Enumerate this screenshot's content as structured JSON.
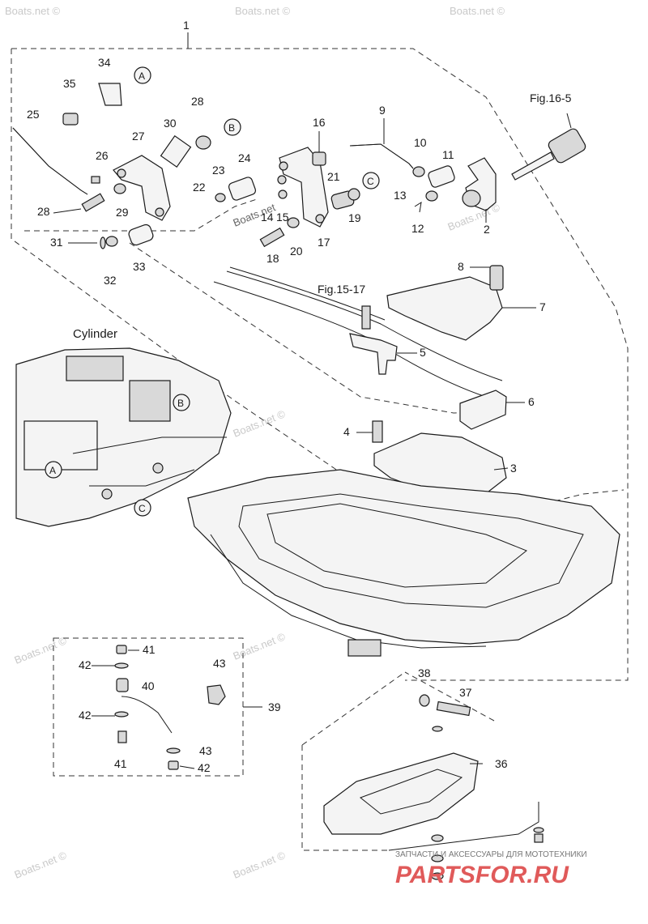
{
  "diagram": {
    "assembly_number": "1",
    "part_labels": [
      "2",
      "3",
      "4",
      "5",
      "6",
      "7",
      "8",
      "9",
      "10",
      "11",
      "12",
      "13",
      "14",
      "15",
      "16",
      "17",
      "18",
      "19",
      "20",
      "21",
      "22",
      "23",
      "24",
      "25",
      "26",
      "27",
      "28",
      "28",
      "29",
      "30",
      "31",
      "32",
      "33",
      "34",
      "35",
      "36",
      "37",
      "38",
      "39",
      "40",
      "41",
      "41",
      "42",
      "42",
      "42",
      "43"
    ],
    "references": {
      "fig_16_5": "Fig.16-5",
      "fig_15_17": "Fig.15-17"
    },
    "cylinder_label": "Cylinder",
    "circle_markers": {
      "a": "A",
      "b": "B",
      "c": "C"
    },
    "watermark": "Boats.net ©",
    "inner_watermark": "Boats.net",
    "brand": {
      "tagline": "ЗАПЧАСТИ И АКСЕССУАРЫ ДЛЯ МОТОТЕХНИКИ",
      "name": "PARTSFOR.RU"
    }
  }
}
